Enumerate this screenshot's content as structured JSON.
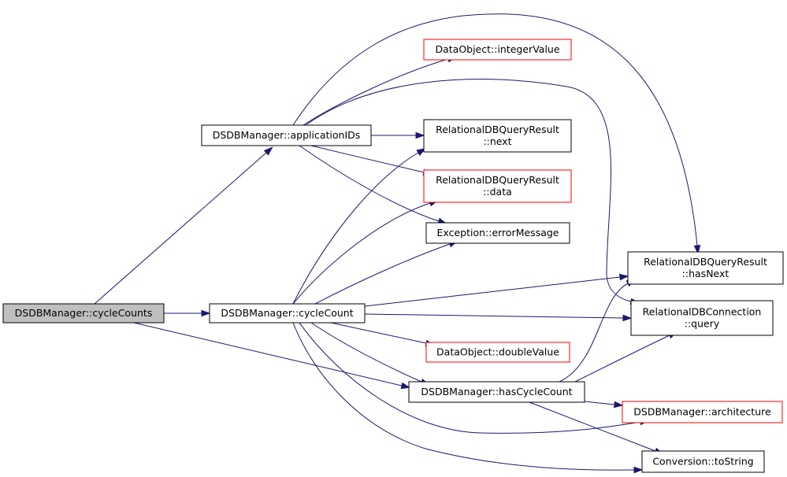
{
  "colors": {
    "edge": "#191970",
    "node_border_default": "#000000",
    "node_border_truncated": "#ff0000",
    "node_fill_default": "#ffffff",
    "node_fill_focus": "#bfbfbf"
  },
  "nodes": {
    "cycleCounts": {
      "lines": [
        "DSDBManager::cycleCounts"
      ],
      "style": "focus"
    },
    "applicationIDs": {
      "lines": [
        "DSDBManager::applicationIDs"
      ],
      "style": "normal"
    },
    "cycleCount": {
      "lines": [
        "DSDBManager::cycleCount"
      ],
      "style": "normal"
    },
    "integerValue": {
      "lines": [
        "DataObject::integerValue"
      ],
      "style": "truncated"
    },
    "queryNext": {
      "lines": [
        "RelationalDBQueryResult",
        "::next"
      ],
      "style": "normal"
    },
    "queryData": {
      "lines": [
        "RelationalDBQueryResult",
        "::data"
      ],
      "style": "truncated"
    },
    "errorMessage": {
      "lines": [
        "Exception::errorMessage"
      ],
      "style": "normal"
    },
    "hasNext": {
      "lines": [
        "RelationalDBQueryResult",
        "::hasNext"
      ],
      "style": "normal"
    },
    "connQuery": {
      "lines": [
        "RelationalDBConnection",
        "::query"
      ],
      "style": "normal"
    },
    "doubleValue": {
      "lines": [
        "DataObject::doubleValue"
      ],
      "style": "truncated"
    },
    "hasCycleCount": {
      "lines": [
        "DSDBManager::hasCycleCount"
      ],
      "style": "normal"
    },
    "architecture": {
      "lines": [
        "DSDBManager::architecture"
      ],
      "style": "truncated"
    },
    "toString": {
      "lines": [
        "Conversion::toString"
      ],
      "style": "normal"
    }
  },
  "edges": [
    {
      "from": "cycleCounts",
      "to": "applicationIDs"
    },
    {
      "from": "cycleCounts",
      "to": "cycleCount"
    },
    {
      "from": "cycleCounts",
      "to": "hasCycleCount"
    },
    {
      "from": "applicationIDs",
      "to": "integerValue"
    },
    {
      "from": "applicationIDs",
      "to": "queryNext"
    },
    {
      "from": "applicationIDs",
      "to": "queryData"
    },
    {
      "from": "applicationIDs",
      "to": "errorMessage"
    },
    {
      "from": "applicationIDs",
      "to": "hasNext"
    },
    {
      "from": "applicationIDs",
      "to": "connQuery"
    },
    {
      "from": "cycleCount",
      "to": "queryNext"
    },
    {
      "from": "cycleCount",
      "to": "queryData"
    },
    {
      "from": "cycleCount",
      "to": "errorMessage"
    },
    {
      "from": "cycleCount",
      "to": "hasNext"
    },
    {
      "from": "cycleCount",
      "to": "connQuery"
    },
    {
      "from": "cycleCount",
      "to": "doubleValue"
    },
    {
      "from": "cycleCount",
      "to": "hasCycleCount"
    },
    {
      "from": "cycleCount",
      "to": "architecture"
    },
    {
      "from": "cycleCount",
      "to": "toString"
    },
    {
      "from": "hasCycleCount",
      "to": "hasNext"
    },
    {
      "from": "hasCycleCount",
      "to": "connQuery"
    },
    {
      "from": "hasCycleCount",
      "to": "architecture"
    },
    {
      "from": "hasCycleCount",
      "to": "toString"
    }
  ]
}
